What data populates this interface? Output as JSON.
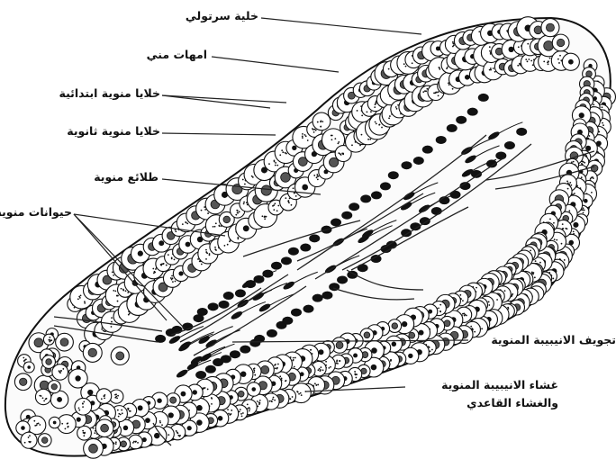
{
  "diagram": {
    "labels": {
      "sertoli": "خلية سرتولي",
      "spermatogonia": "امهات مني",
      "primary": "خلايا منوية ابتدائية",
      "secondary": "خلايا منوية ثانوية",
      "spermatids": "طلائع منوية",
      "sperm": "حيوانات منوية",
      "lumen": "تجويف الانيبيبة المنوية",
      "membrane_line1": "غشاء الانيبيبة المنوية",
      "membrane_line2": "والغشاء القاعدي"
    }
  }
}
